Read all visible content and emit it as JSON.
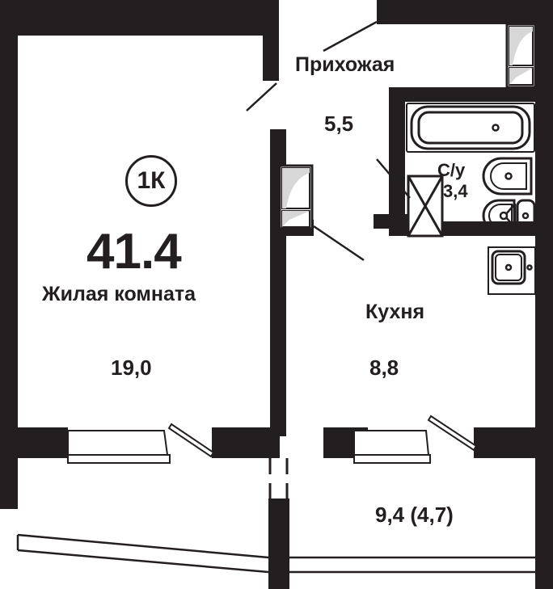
{
  "plan": {
    "type": "apartment-floor-plan",
    "badge": {
      "label": "1К",
      "meaning": "one-room apartment"
    },
    "total_area": {
      "value": "41.4",
      "unit": "m2"
    },
    "colors": {
      "wall": "#231f20",
      "background": "#ffffff",
      "line": "#231f20",
      "fixture_stroke": "#231f20"
    },
    "rooms": [
      {
        "id": "living",
        "name": "Жилая комната",
        "area": "19,0"
      },
      {
        "id": "hall",
        "name": "Прихожая",
        "area": "5,5"
      },
      {
        "id": "bath",
        "name": "С/у",
        "area": "3,4"
      },
      {
        "id": "kitchen",
        "name": "Кухня",
        "area": "8,8"
      },
      {
        "id": "balcony",
        "name": "",
        "area": "9,4 (4,7)"
      }
    ],
    "labels": {
      "hall_name": "Прихожая",
      "hall_area": "5,5",
      "bath_name": "С/у",
      "bath_area": "3,4",
      "kitchen_name": "Кухня",
      "kitchen_area": "8,8",
      "living_name": "Жилая комната",
      "living_area": "19,0",
      "balcony_area": "9,4 (4,7)",
      "total": "41.4",
      "badge": "1К"
    },
    "fixtures": [
      {
        "name": "bathtub-fixture",
        "room": "bath"
      },
      {
        "name": "washbasin-fixture",
        "room": "bath"
      },
      {
        "name": "toilet-fixture",
        "room": "bath"
      },
      {
        "name": "kitchen-sink-fixture",
        "room": "kitchen"
      }
    ],
    "openings": [
      {
        "name": "entrance-door",
        "kind": "door"
      },
      {
        "name": "bathroom-door",
        "kind": "door-x"
      },
      {
        "name": "living-room-door",
        "kind": "door"
      },
      {
        "name": "living-window",
        "kind": "window"
      },
      {
        "name": "kitchen-window",
        "kind": "window"
      },
      {
        "name": "living-balcony-door",
        "kind": "door-swing"
      },
      {
        "name": "kitchen-balcony-door",
        "kind": "door-swing"
      }
    ]
  }
}
